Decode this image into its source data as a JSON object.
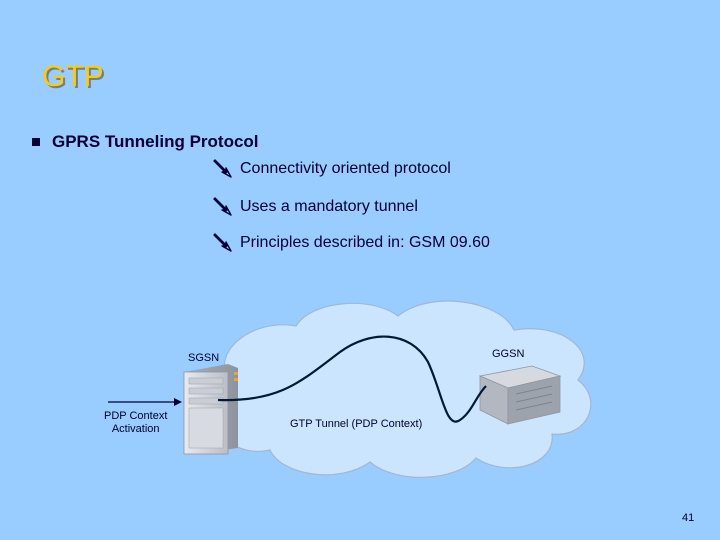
{
  "slide": {
    "title": "GTP",
    "bullet": "GPRS Tunneling Protocol",
    "sub_points": [
      "Connectivity oriented protocol",
      "Uses a mandatory tunnel",
      "Principles described in: GSM 09.60"
    ],
    "page_number": "41"
  },
  "diagram": {
    "sgsn_label": "SGSN",
    "ggsn_label": "GGSN",
    "pdp_label_line1": "PDP Context",
    "pdp_label_line2": "Activation",
    "tunnel_label": "GTP Tunnel (PDP Context)"
  },
  "colors": {
    "background": "#99ccff",
    "title": "#ffcc00",
    "text": "#000033",
    "cloud": "#cce5ff"
  }
}
